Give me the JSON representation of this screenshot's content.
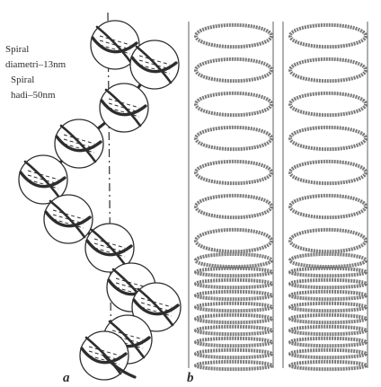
{
  "panel_a": {
    "label": "a",
    "annotation": {
      "line1": "Spiral",
      "line2": "diametri–13nm",
      "line3": "Spiral",
      "line4": "hadi–50nm"
    },
    "nucleosome_count": 11
  },
  "panel_b": {
    "label": "b",
    "coil_count": 2
  },
  "colors": {
    "ink": "#2e2e2e",
    "coil_gray": "#7a7a7a",
    "background": "#ffffff"
  }
}
